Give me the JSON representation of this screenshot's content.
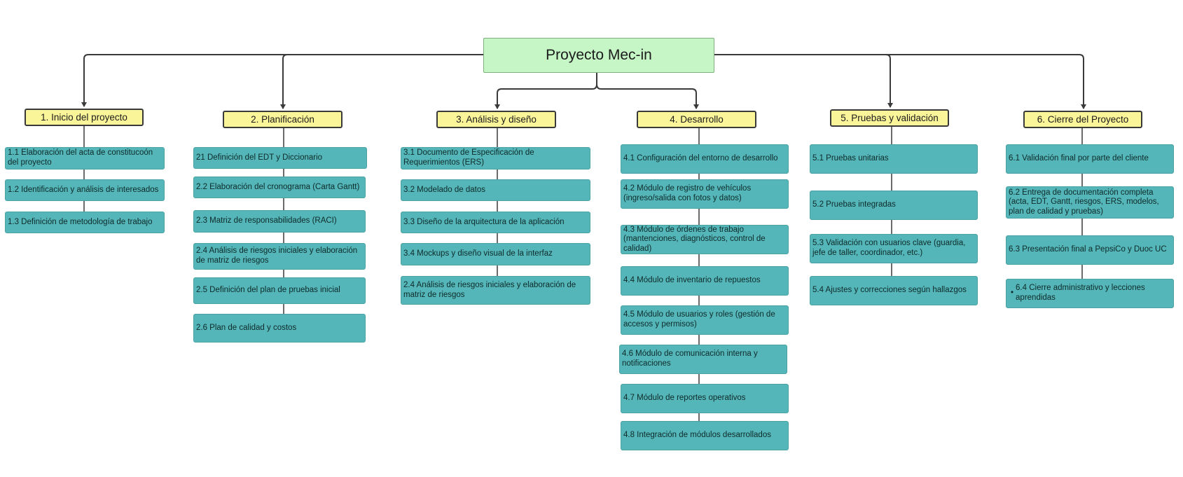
{
  "root": {
    "label": "Proyecto Mec-in"
  },
  "colors": {
    "root_fill": "#c6f5c6",
    "header_fill": "#fbf59a",
    "task_fill": "#54b6b8",
    "connector": "#3a3a3a"
  },
  "phases": [
    {
      "label": "1. Inicio del proyecto",
      "tasks": [
        "1.1 Elaboración del acta de constitucoón del proyecto",
        "1.2 Identificación y análisis de interesados",
        "1.3 Definición de metodología de trabajo"
      ]
    },
    {
      "label": "2. Planificación",
      "tasks": [
        "21 Definición del EDT y Diccionario",
        "2.2 Elaboración del cronograma (Carta Gantt)",
        "2.3 Matriz de responsabilidades (RACI)",
        "2.4 Análisis de riesgos iniciales y elaboración de matriz de riesgos",
        "2.5 Definición del plan de pruebas inicial",
        "2.6 Plan de calidad y costos"
      ]
    },
    {
      "label": "3. Análisis y diseño",
      "tasks": [
        "3.1 Documento de Especificación de Requerimientos (ERS)",
        "3.2 Modelado de datos",
        "3.3 Diseño de la arquitectura de la aplicación",
        "3.4 Mockups y diseño visual de la interfaz",
        "2.4 Análisis de riesgos iniciales y elaboración de matriz de riesgos"
      ]
    },
    {
      "label": "4. Desarrollo",
      "tasks": [
        "4.1 Configuración del entorno de desarrollo",
        "4.2 Módulo de registro de vehículos (ingreso/salida con fotos y datos)",
        "4.3 Módulo de órdenes de trabajo (mantenciones, diagnósticos, control de calidad)",
        "4.4 Módulo de inventario de repuestos",
        "4.5 Módulo de usuarios y roles (gestión de accesos y permisos)",
        "4.6 Módulo de comunicación interna y notificaciones",
        "4.7 Módulo de reportes operativos",
        "4.8 Integración de módulos desarrollados"
      ]
    },
    {
      "label": "5. Pruebas y validación",
      "tasks": [
        "5.1 Pruebas unitarias",
        "5.2 Pruebas integradas",
        "5.3 Validación con usuarios clave (guardia, jefe de taller, coordinador, etc.)",
        "5.4 Ajustes y correcciones según hallazgos"
      ]
    },
    {
      "label": "6. Cierre del Proyecto",
      "tasks": [
        "6.1 Validación final por parte del cliente",
        "6.2 Entrega de documentación completa (acta, EDT, Gantt, riesgos, ERS, modelos, plan de calidad y pruebas)",
        "6.3 Presentación final a PepsiCo y Duoc UC",
        "6.4 Cierre administrativo y lecciones aprendidas"
      ]
    }
  ],
  "bullet_glyph": "•"
}
